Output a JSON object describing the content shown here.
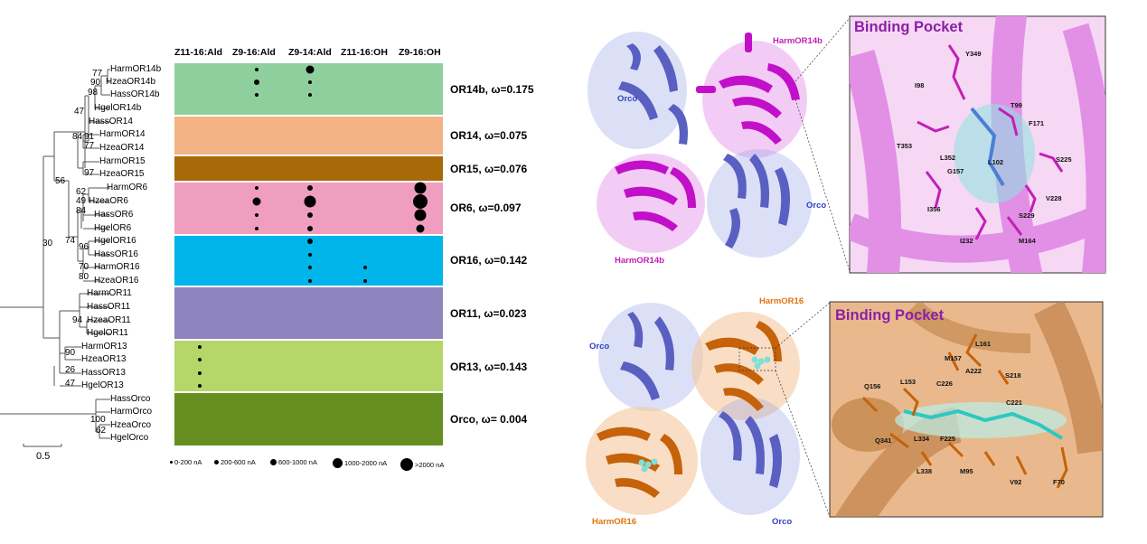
{
  "tree": {
    "leaves": [
      "HarmOR14b",
      "HzeaOR14b",
      "HassOR14b",
      "HgelOR14b",
      "HassOR14",
      "HarmOR14",
      "HzeaOR14",
      "HarmOR15",
      "HzeaOR15",
      "HarmOR6",
      "HzeaOR6",
      "HassOR6",
      "HgelOR6",
      "HgelOR16",
      "HassOR16",
      "HarmOR16",
      "HzeaOR16",
      "HarmOR11",
      "HassOR11",
      "HzeaOR11",
      "HgelOR11",
      "HarmOR13",
      "HzeaOR13",
      "HassOR13",
      "HgelOR13",
      "HassOrco",
      "HarmOrco",
      "HzeaOrco",
      "HgelOrco"
    ],
    "bootstrap": [
      "77",
      "90",
      "98",
      "47",
      "84",
      "91",
      "77",
      "97",
      "56",
      "62",
      "49",
      "84",
      "74",
      "96",
      "70",
      "80",
      "30",
      "94",
      "90",
      "26",
      "47",
      "100",
      "62"
    ],
    "scale_label": "0.5"
  },
  "matrix": {
    "columns": [
      "Z11-16:Ald",
      "Z9-16:Ald",
      "Z9-14:Ald",
      "Z11-16:OH",
      "Z9-16:OH"
    ],
    "groups": [
      {
        "label": "OR14b, ω=0.175",
        "color": "#8fcf9e"
      },
      {
        "label": "OR14, ω=0.075",
        "color": "#f4b384"
      },
      {
        "label": "OR15, ω=0.076",
        "color": "#a86a08"
      },
      {
        "label": "OR6, ω=0.097",
        "color": "#f09ec0"
      },
      {
        "label": "OR16, ω=0.142",
        "color": "#00b5e9"
      },
      {
        "label": "OR11, ω=0.023",
        "color": "#8e84be"
      },
      {
        "label": "OR13, ω=0.143",
        "color": "#b5d76a"
      },
      {
        "label": "Orco, ω= 0.004",
        "color": "#678e21"
      }
    ],
    "responses": [
      {
        "row": 0,
        "col": 1,
        "level": 1
      },
      {
        "row": 0,
        "col": 2,
        "level": 3
      },
      {
        "row": 1,
        "col": 1,
        "level": 2
      },
      {
        "row": 1,
        "col": 2,
        "level": 1
      },
      {
        "row": 2,
        "col": 1,
        "level": 1
      },
      {
        "row": 2,
        "col": 2,
        "level": 1
      },
      {
        "row": 9,
        "col": 1,
        "level": 1
      },
      {
        "row": 9,
        "col": 2,
        "level": 2
      },
      {
        "row": 9,
        "col": 4,
        "level": 4
      },
      {
        "row": 10,
        "col": 1,
        "level": 3
      },
      {
        "row": 10,
        "col": 2,
        "level": 4
      },
      {
        "row": 10,
        "col": 4,
        "level": 5
      },
      {
        "row": 11,
        "col": 1,
        "level": 1
      },
      {
        "row": 11,
        "col": 2,
        "level": 2
      },
      {
        "row": 11,
        "col": 4,
        "level": 4
      },
      {
        "row": 12,
        "col": 1,
        "level": 1
      },
      {
        "row": 12,
        "col": 2,
        "level": 2
      },
      {
        "row": 12,
        "col": 4,
        "level": 3
      },
      {
        "row": 13,
        "col": 2,
        "level": 2
      },
      {
        "row": 14,
        "col": 2,
        "level": 1
      },
      {
        "row": 15,
        "col": 2,
        "level": 1
      },
      {
        "row": 15,
        "col": 3,
        "level": 1
      },
      {
        "row": 16,
        "col": 2,
        "level": 1
      },
      {
        "row": 16,
        "col": 3,
        "level": 1
      },
      {
        "row": 21,
        "col": 0,
        "level": 1
      },
      {
        "row": 22,
        "col": 0,
        "level": 1
      },
      {
        "row": 23,
        "col": 0,
        "level": 1
      },
      {
        "row": 24,
        "col": 0,
        "level": 1
      }
    ],
    "legend": [
      "0-200 nA",
      "200-600 nA",
      "600-1000 nA",
      "1000-2000 nA",
      ">2000 nA"
    ]
  },
  "structures": {
    "top": {
      "chain_labels": [
        "HarmOR14b",
        "Orco",
        "Orco",
        "HarmOR14b"
      ],
      "pocket_title": "Binding Pocket",
      "residues": [
        "Y349",
        "I98",
        "T99",
        "F171",
        "T353",
        "L352",
        "L102",
        "G157",
        "S225",
        "V228",
        "I356",
        "S229",
        "I232",
        "M164"
      ],
      "colors": {
        "subunit": "#c20fc9",
        "orco": "#5a5fc2",
        "label_subunit": "#c21fb8",
        "label_orco": "#2f3fc0"
      }
    },
    "bottom": {
      "chain_labels": [
        "HarmOR16",
        "Orco",
        "HarmOR16",
        "Orco"
      ],
      "pocket_title": "Binding Pocket",
      "residues": [
        "L161",
        "M157",
        "A222",
        "S218",
        "Q156",
        "L153",
        "C226",
        "C221",
        "Q341",
        "L334",
        "F225",
        "L338",
        "M95",
        "V92",
        "F70"
      ],
      "colors": {
        "subunit": "#c5620a",
        "orco": "#5a5fc2",
        "label_subunit": "#e0730f",
        "label_orco": "#2f3fc0"
      }
    }
  }
}
